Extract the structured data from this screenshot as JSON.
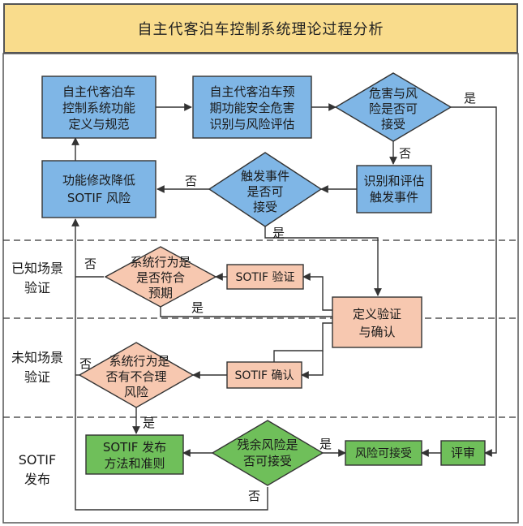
{
  "title": "自主代客泊车控制系统理论过程分析",
  "sections": {
    "known": [
      "已知场景",
      "验证"
    ],
    "unknown": [
      "未知场景",
      "验证"
    ],
    "release": [
      "SOTIF",
      "发布"
    ]
  },
  "nodes": {
    "define": [
      "自主代客泊车",
      "控制系统功能",
      "定义与规范"
    ],
    "hazard": [
      "自主代客泊车预",
      "期功能安全危害",
      "识别与风险评估"
    ],
    "risk_ok": [
      "危害与风",
      "险是否可",
      "接受"
    ],
    "identify_trigger": [
      "识别和评估",
      "触发事件"
    ],
    "trigger_ok": [
      "触发事件",
      "是否可",
      "接受"
    ],
    "modify": [
      "功能修改降低",
      "SOTIF 风险"
    ],
    "behavior_expected": [
      "系统行为是",
      "是否符合",
      "预期"
    ],
    "sotif_verify": [
      "SOTIF 验证"
    ],
    "define_verify": [
      "定义验证",
      "与确认"
    ],
    "behavior_unreasonable": [
      "系统行为是",
      "否有不合理",
      "风险"
    ],
    "sotif_confirm": [
      "SOTIF 确认"
    ],
    "release_method": [
      "SOTIF 发布",
      "方法和准则"
    ],
    "residual_ok": [
      "残余风险是",
      "否可接受"
    ],
    "risk_acceptable": [
      "风险可接受"
    ],
    "review": [
      "评审"
    ]
  },
  "labels": {
    "yes": "是",
    "no": "否"
  },
  "colors": {
    "blue": "#7fb6e6",
    "pink": "#f7c8b0",
    "green": "#6fbf5a",
    "header": "#f9dc8c",
    "line": "#444444"
  }
}
